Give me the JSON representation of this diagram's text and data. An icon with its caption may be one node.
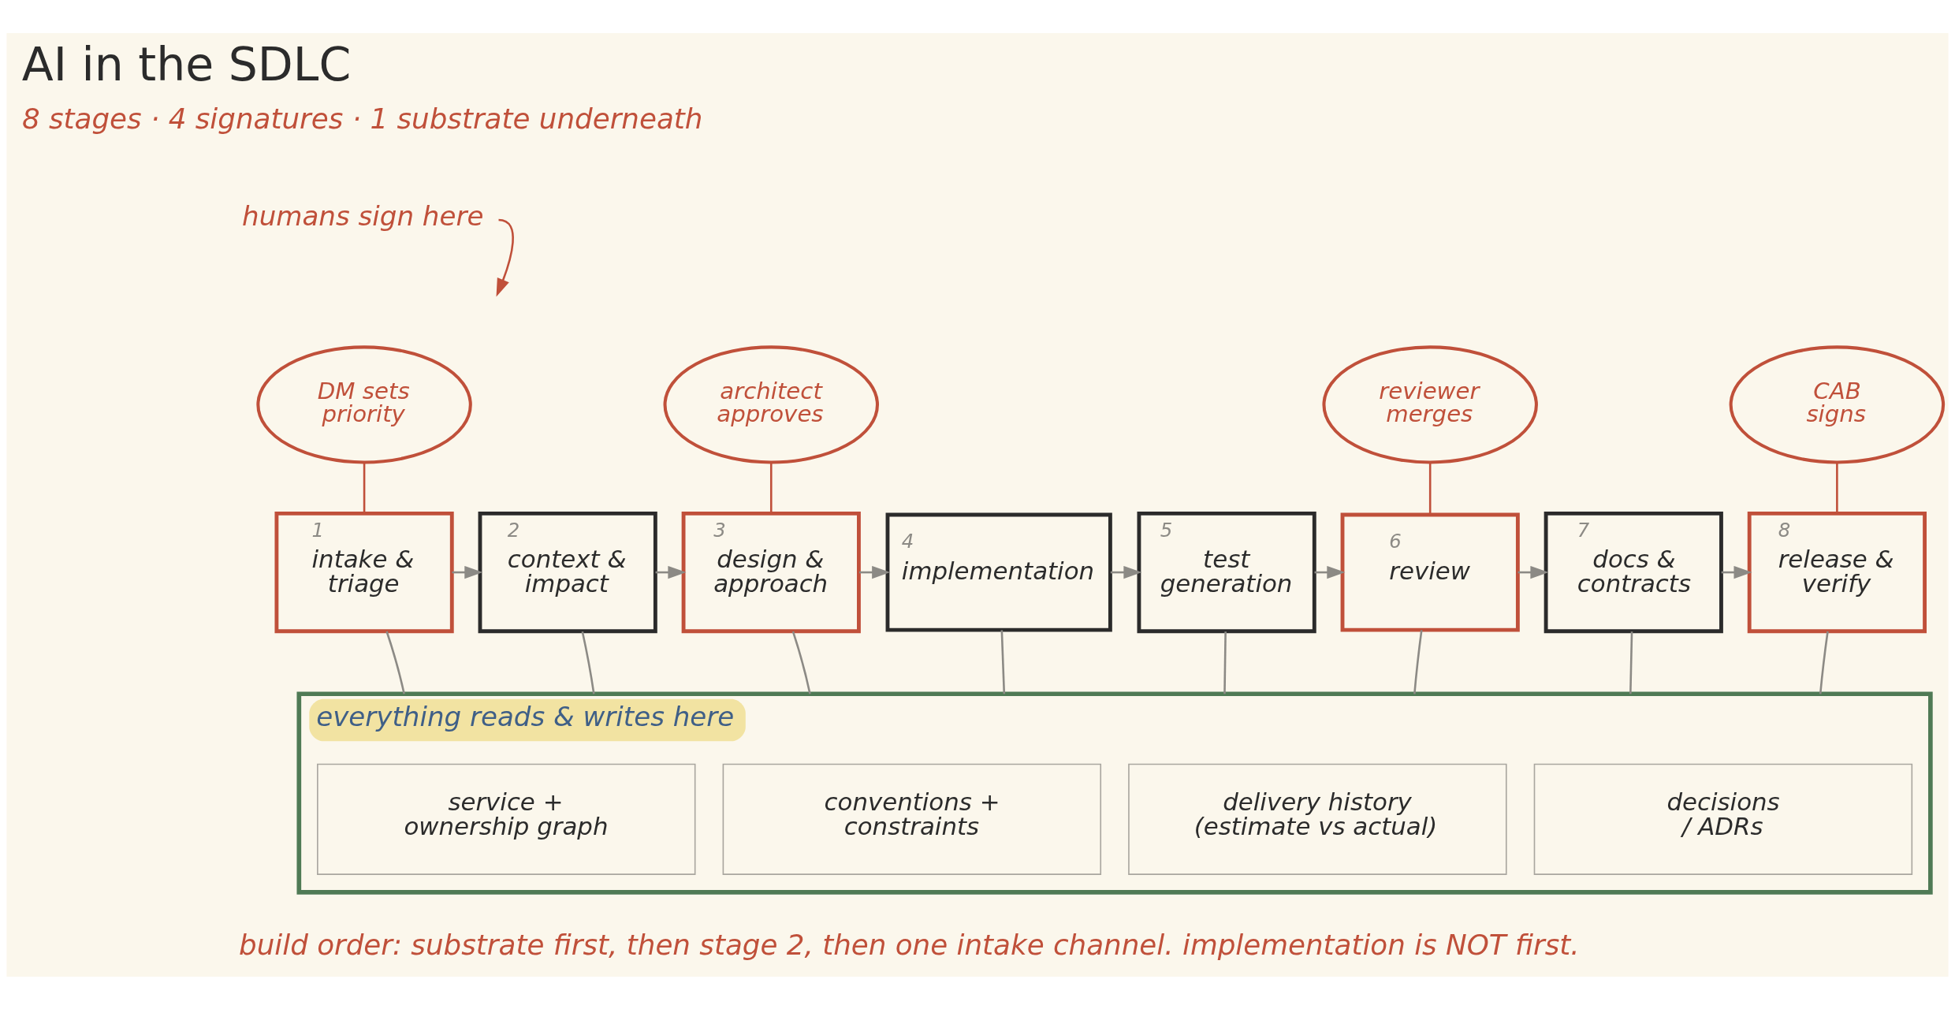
{
  "diagram": {
    "title": "AI in the SDLC",
    "nodes": [
      {
        "text": [
          "humans sign here"
        ]
      },
      {
        "text": [
          "DM sets priority"
        ]
      },
      {
        "text": [
          "architect approves"
        ]
      },
      {
        "text": [
          "reviewer merges"
        ]
      },
      {
        "text": [
          "CAB signs"
        ]
      },
      {
        "text": [
          "1",
          "intake & triage"
        ]
      },
      {
        "text": [
          "2",
          "context & impact"
        ]
      },
      {
        "text": [
          "3",
          "design & approach"
        ]
      },
      {
        "text": [
          "4",
          "implementation"
        ]
      },
      {
        "text": [
          "5",
          "test generation"
        ]
      },
      {
        "text": [
          "6",
          "review"
        ]
      },
      {
        "text": [
          "7",
          "docs & contracts"
        ]
      },
      {
        "text": [
          "8",
          "release & verify"
        ]
      },
      {
        "text": [
          "everything reads & writes here"
        ]
      },
      {
        "text": [
          "service + ownership graph"
        ],
        "in": 13
      },
      {
        "text": [
          "conventions + constraints"
        ],
        "in": 13
      },
      {
        "text": [
          "delivery history (estimate vs actual)"
        ],
        "in": 13
      },
      {
        "text": [
          "decisions / ADRs"
        ],
        "in": 13
      }
    ],
    "edges": [
      {
        "from": 0,
        "to": null,
        "arrow": "to",
        "color": "#c0503a"
      },
      {
        "from": 1,
        "to": 5,
        "arrow": "none",
        "color": "#c0503a"
      },
      {
        "from": 2,
        "to": 7,
        "arrow": "none",
        "color": "#c0503a"
      },
      {
        "from": 3,
        "to": 10,
        "arrow": "none",
        "color": "#c0503a"
      },
      {
        "from": 4,
        "to": 12,
        "arrow": "none",
        "color": "#c0503a"
      },
      {
        "from": 5,
        "to": 6,
        "arrow": "to"
      },
      {
        "from": 6,
        "to": 7,
        "arrow": "to"
      },
      {
        "from": 7,
        "to": 8,
        "arrow": "to"
      },
      {
        "from": 8,
        "to": 9,
        "arrow": "to"
      },
      {
        "from": 9,
        "to": 10,
        "arrow": "to"
      },
      {
        "from": 10,
        "to": 11,
        "arrow": "to"
      },
      {
        "from": 11,
        "to": 12,
        "arrow": "to"
      },
      {
        "from": 5,
        "to": 13,
        "arrow": "none"
      },
      {
        "from": 6,
        "to": 13,
        "arrow": "none"
      },
      {
        "from": 7,
        "to": 13,
        "arrow": "none"
      },
      {
        "from": 8,
        "to": 13,
        "arrow": "none"
      },
      {
        "from": 9,
        "to": 13,
        "arrow": "none"
      },
      {
        "from": 10,
        "to": 13,
        "arrow": "none"
      },
      {
        "from": 11,
        "to": 13,
        "arrow": "none"
      },
      {
        "from": 12,
        "to": 13,
        "arrow": "none"
      }
    ],
    "labels": [
      "8 stages · 4 signatures · 1 substrate underneath",
      "build order: substrate first, then stage 2, then one intake channel. implementation is NOT first."
    ]
  }
}
